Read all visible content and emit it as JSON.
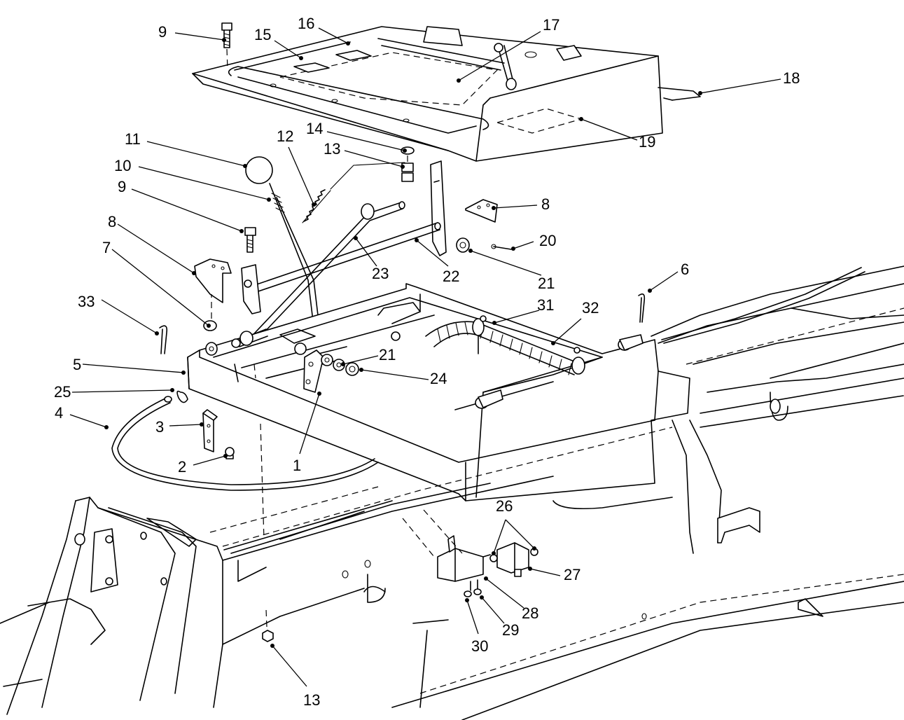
{
  "callouts": [
    {
      "id": "c9a",
      "text": "9"
    },
    {
      "id": "c15",
      "text": "15"
    },
    {
      "id": "c16",
      "text": "16"
    },
    {
      "id": "c17",
      "text": "17"
    },
    {
      "id": "c18",
      "text": "18"
    },
    {
      "id": "c19",
      "text": "19"
    },
    {
      "id": "c14",
      "text": "14"
    },
    {
      "id": "c13a",
      "text": "13"
    },
    {
      "id": "c11",
      "text": "11"
    },
    {
      "id": "c12",
      "text": "12"
    },
    {
      "id": "c10",
      "text": "10"
    },
    {
      "id": "c9b",
      "text": "9"
    },
    {
      "id": "c8a",
      "text": "8"
    },
    {
      "id": "c8b",
      "text": "8"
    },
    {
      "id": "c20",
      "text": "20"
    },
    {
      "id": "c7",
      "text": "7"
    },
    {
      "id": "c23",
      "text": "23"
    },
    {
      "id": "c22",
      "text": "22"
    },
    {
      "id": "c21a",
      "text": "21"
    },
    {
      "id": "c6",
      "text": "6"
    },
    {
      "id": "c33",
      "text": "33"
    },
    {
      "id": "c31",
      "text": "31"
    },
    {
      "id": "c32",
      "text": "32"
    },
    {
      "id": "c5",
      "text": "5"
    },
    {
      "id": "c21b",
      "text": "21"
    },
    {
      "id": "c24",
      "text": "24"
    },
    {
      "id": "c25",
      "text": "25"
    },
    {
      "id": "c4",
      "text": "4"
    },
    {
      "id": "c3",
      "text": "3"
    },
    {
      "id": "c2",
      "text": "2"
    },
    {
      "id": "c1",
      "text": "1"
    },
    {
      "id": "c26",
      "text": "26"
    },
    {
      "id": "c27",
      "text": "27"
    },
    {
      "id": "c28",
      "text": "28"
    },
    {
      "id": "c29",
      "text": "29"
    },
    {
      "id": "c30",
      "text": "30"
    },
    {
      "id": "c13b",
      "text": "13"
    }
  ]
}
